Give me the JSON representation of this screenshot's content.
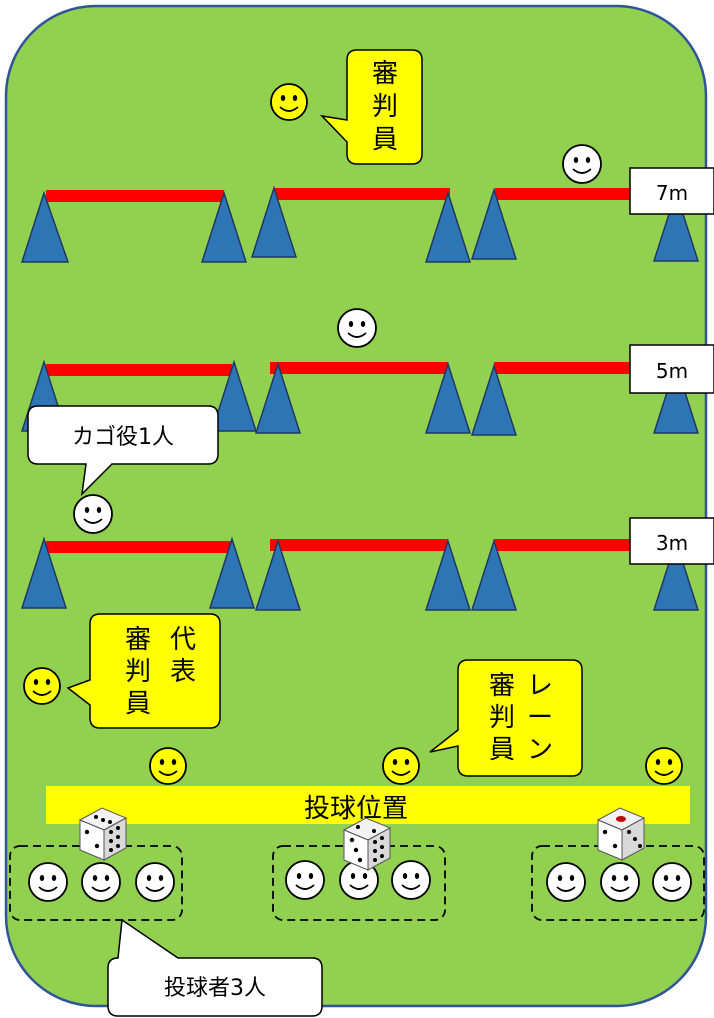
{
  "callouts": {
    "top_referee": [
      "審",
      "判",
      "員"
    ],
    "basket": "カゴ役1人",
    "rep_referee_col1": [
      "代",
      "表"
    ],
    "rep_referee_col2": [
      "審",
      "判",
      "員"
    ],
    "lane_referee_col1": [
      "レ",
      "ー",
      "ン"
    ],
    "lane_referee_col2": [
      "審",
      "判",
      "員"
    ],
    "throwers": "投球者3人"
  },
  "distances": [
    "7m",
    "5m",
    "3m"
  ],
  "throw_line_label": "投球位置",
  "colors": {
    "field": "#92d050",
    "field_border": "#2f5597",
    "cone": "#2e75b6",
    "bar": "#ff0000",
    "callout": "#ffff00",
    "throw_line": "#ffff00",
    "smiley": "#ffff00"
  },
  "icons": [
    "smiley-face-icon",
    "dice-icon",
    "cone-icon"
  ]
}
